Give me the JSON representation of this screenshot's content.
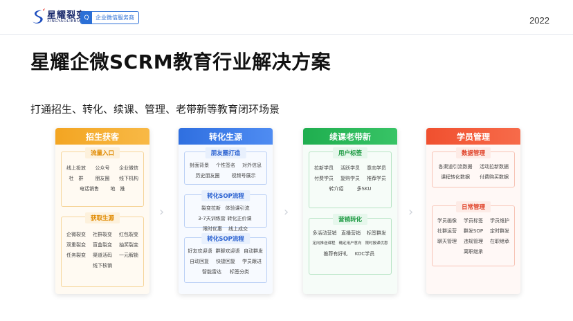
{
  "header": {
    "logo_main": "星耀裂变",
    "logo_sub": "XINGYAOLIEBIAN",
    "badge_icon": "Q",
    "badge_text": "企业微信服务商",
    "year": "2022"
  },
  "title": "星耀企微SCRM教育行业解决方案",
  "subtitle": "打通招生、转化、续课、管理、老带新等教育闭环场景",
  "arrow_glyph": "›",
  "cards": [
    {
      "header": "招生获客",
      "groups": [
        {
          "title": "流量入口",
          "items": [
            "线上投放",
            "公众号",
            "企业微信",
            "杜　群",
            "朋友圈",
            "线下机构",
            "电话销售",
            "地　推"
          ]
        },
        {
          "title": "获取生源",
          "items": [
            "企微裂变",
            "社群裂变",
            "红包裂变",
            "双重裂变",
            "盲盒裂变",
            "抽奖裂变",
            "任务裂变",
            "渠道活码",
            "一元解锁",
            "线下核销"
          ]
        }
      ]
    },
    {
      "header": "转化生源",
      "groups": [
        {
          "title": "朋友圈打造",
          "items": [
            "封面背景",
            "个性签名",
            "对外信息",
            "历史朋友圈",
            "视频号展示"
          ]
        },
        {
          "title": "转化SOP流程",
          "items": [
            "裂变拉新",
            "体验课引流",
            "3-7天训练营",
            "转化正价课",
            "限时优惠",
            "线上成交"
          ]
        },
        {
          "title": "转化SOP流程",
          "items": [
            "好友欢迎语",
            "群聊欢迎语",
            "自动群发",
            "自动回复",
            "快捷回复",
            "学员跟进",
            "智能雷达",
            "标签分类"
          ]
        }
      ]
    },
    {
      "header": "续课老带新",
      "groups": [
        {
          "title": "用户标签",
          "items": [
            "拉新学员",
            "活跃学员",
            "意向学员",
            "付费学员",
            "复购学员",
            "推荐学员",
            "转介绍",
            "多SKU"
          ]
        },
        {
          "title": "营销转化",
          "items": [
            "多活动营销",
            "直播营销",
            "标签群发",
            "定向推送课程",
            "确定用户意向",
            "限时报课优惠",
            "推荐有好礼",
            "KOC学员"
          ]
        }
      ]
    },
    {
      "header": "学员管理",
      "groups": [
        {
          "title": "数据管理",
          "items": [
            "各渠道引流数据",
            "活动拉新数据",
            "课程转化数据",
            "付费购买数据"
          ]
        },
        {
          "title": "日常管理",
          "items": [
            "学员画像",
            "学员标签",
            "学员维护",
            "社群运营",
            "群发SOP",
            "定时群发",
            "聊天管理",
            "违规管理",
            "在职继承",
            "离职继承"
          ]
        }
      ]
    }
  ]
}
